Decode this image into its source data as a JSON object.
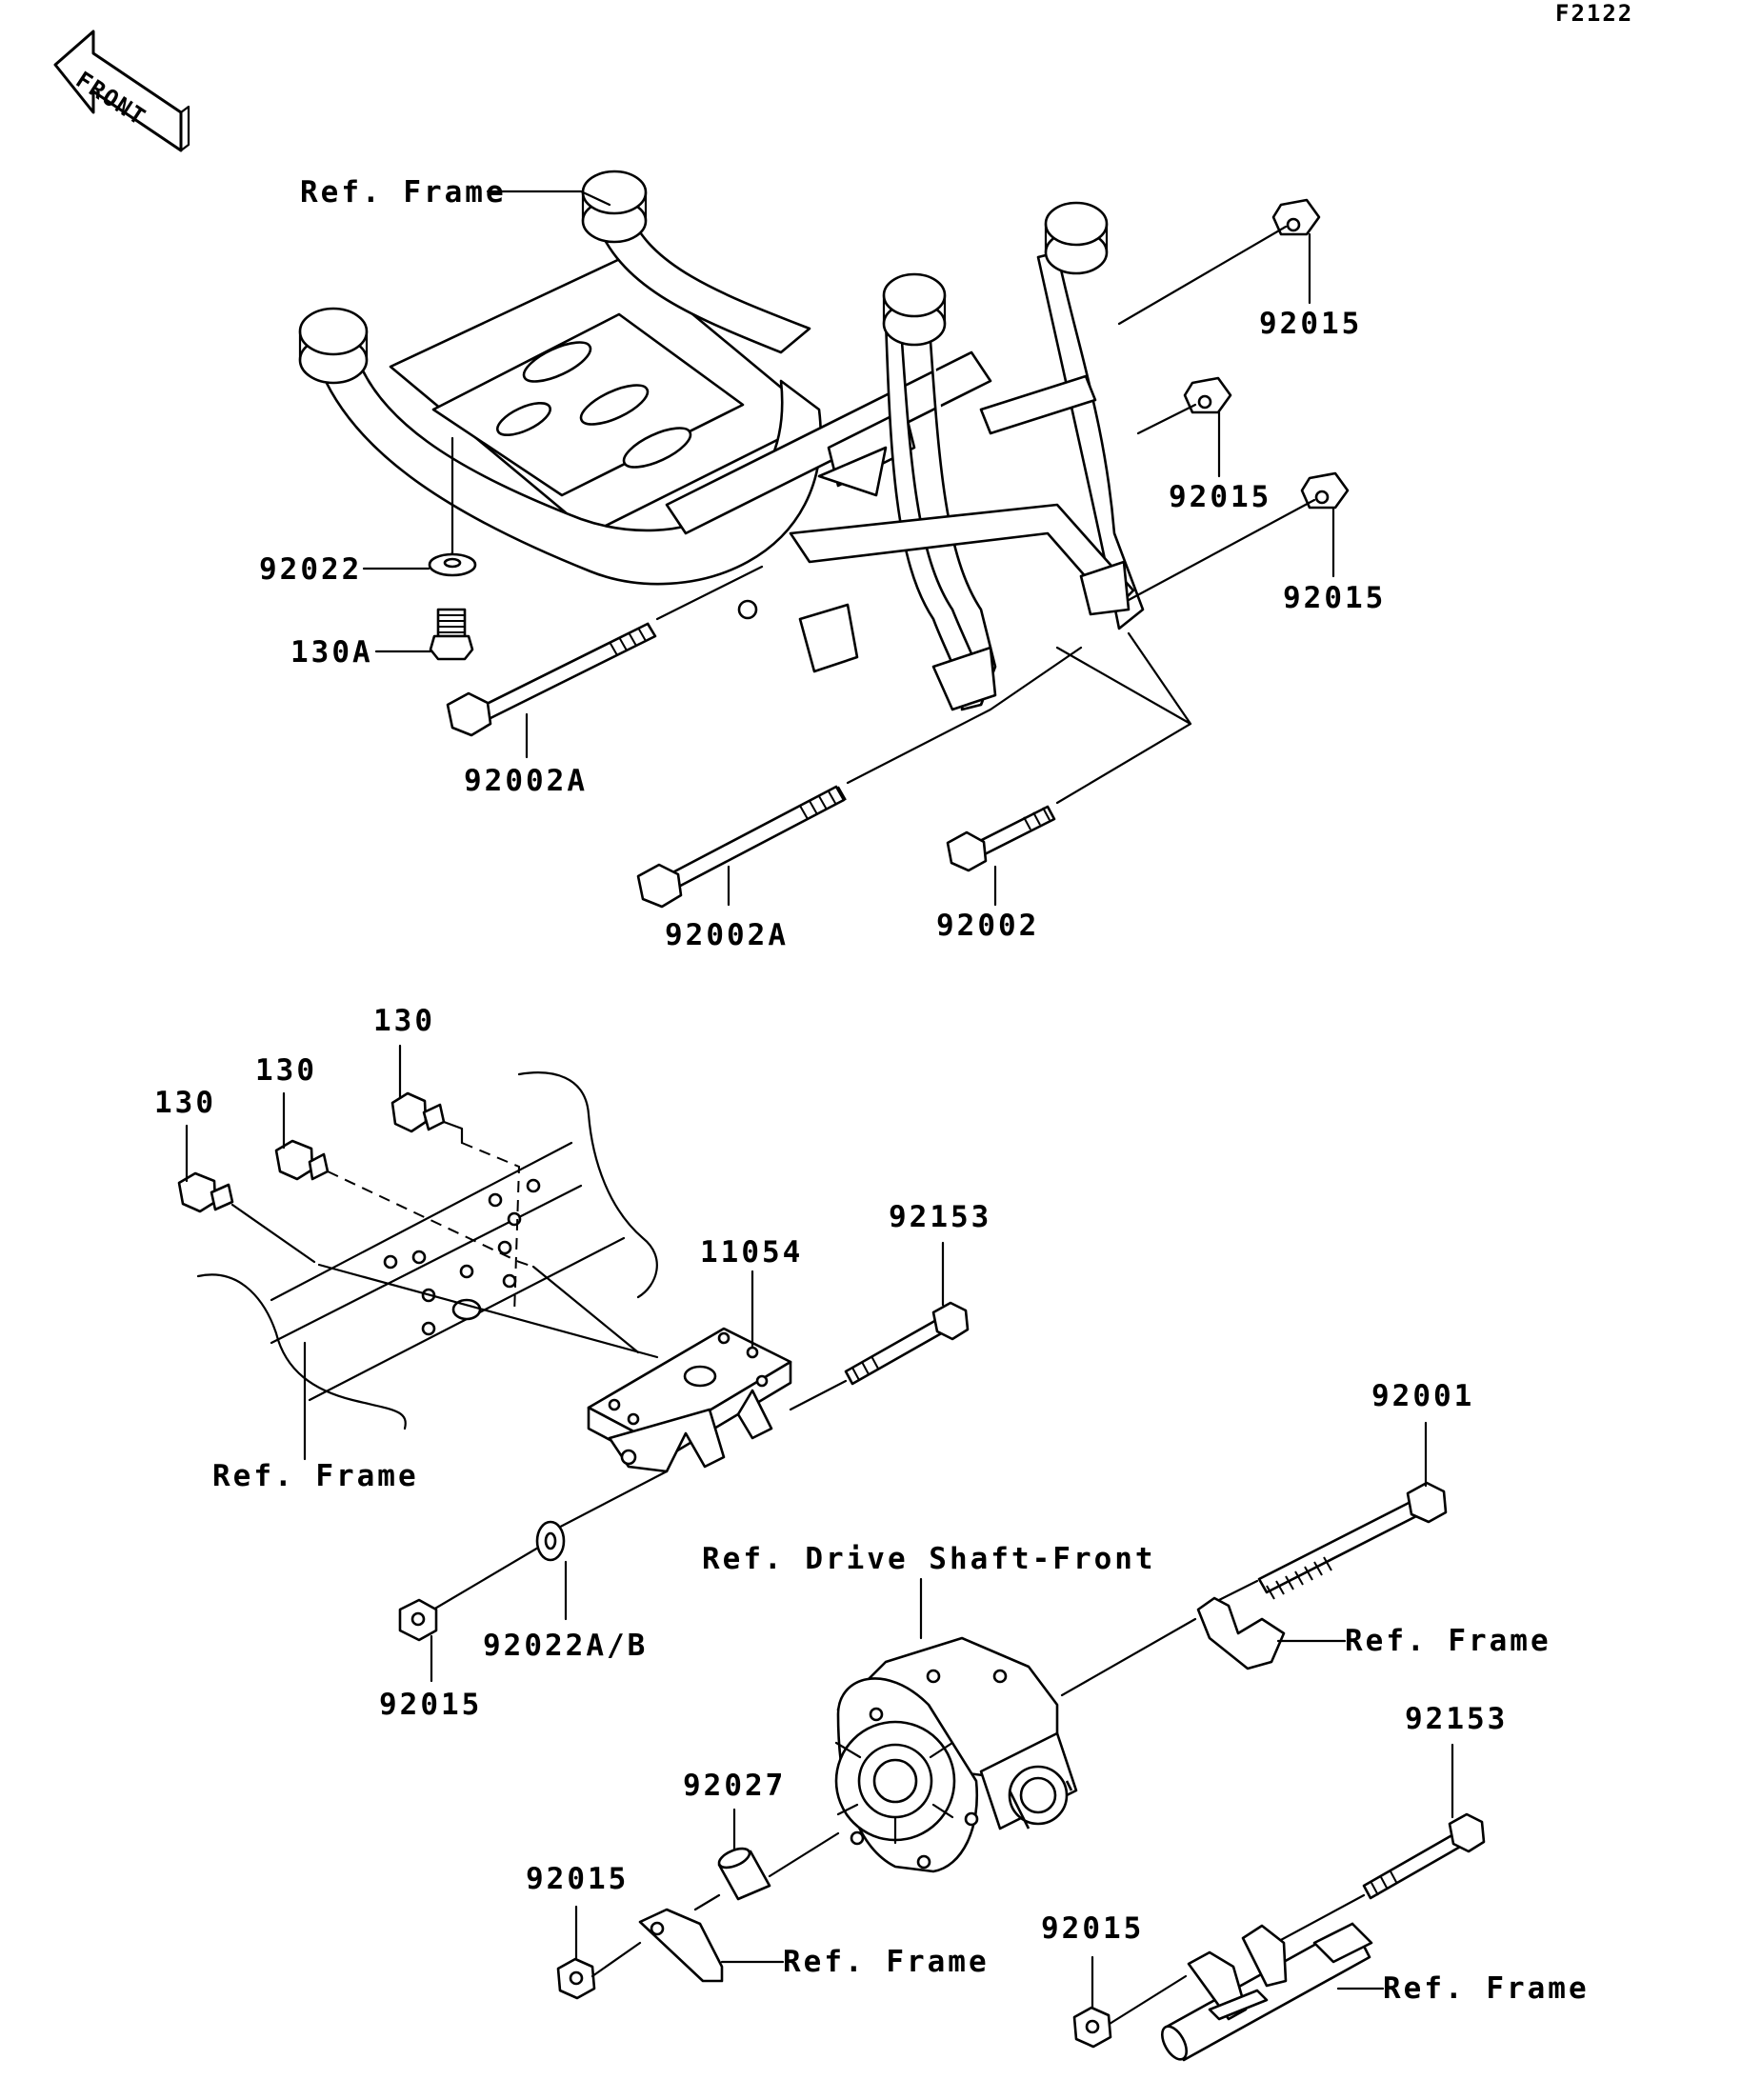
{
  "diagram": {
    "code": "F2122",
    "front_arrow_label": "FRONT",
    "labels": {
      "ref_frame_top": "Ref. Frame",
      "p92015_a": "92015",
      "p92015_b": "92015",
      "p92015_c": "92015",
      "p92022": "92022",
      "p130A": "130A",
      "p92002A_a": "92002A",
      "p92002A_b": "92002A",
      "p92002": "92002",
      "p130_a": "130",
      "p130_b": "130",
      "p130_c": "130",
      "p92153_a": "92153",
      "p11054": "11054",
      "ref_frame_mid": "Ref. Frame",
      "p92001": "92001",
      "ref_drive_shaft": "Ref. Drive Shaft-Front",
      "ref_frame_right": "Ref. Frame",
      "p92022AB": "92022A/B",
      "p92015_d": "92015",
      "p92153_b": "92153",
      "p92027": "92027",
      "p92015_e": "92015",
      "ref_frame_bottom": "Ref. Frame",
      "p92015_f": "92015",
      "ref_frame_bottom_right": "Ref. Frame"
    }
  }
}
